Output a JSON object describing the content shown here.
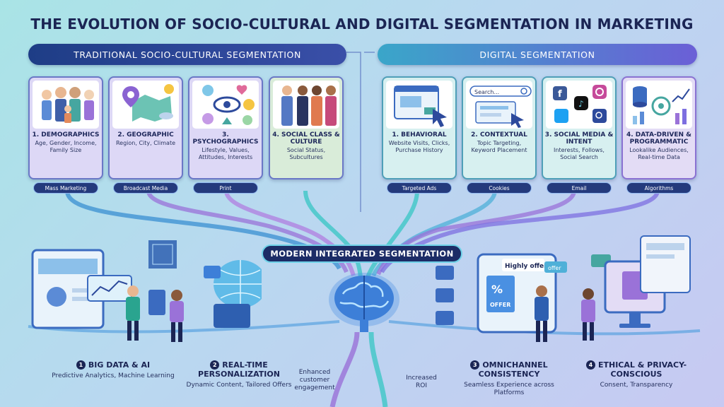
{
  "title": "THE EVOLUTION OF SOCIO-CULTURAL AND DIGITAL SEGMENTATION IN MARKETING",
  "traditional": {
    "banner": "TRADITIONAL SOCIO-CULTURAL SEGMENTATION",
    "cards": [
      {
        "title": "1. DEMOGRAPHICS",
        "sub": "Age, Gender, Income, Family Size",
        "channel": "Mass Marketing",
        "icon": "family-icon"
      },
      {
        "title": "2. GEOGRAPHIC",
        "sub": "Region, City, Climate",
        "channel": "Broadcast Media",
        "icon": "map-pin-icon"
      },
      {
        "title": "3. PSYCHOGRAPHICS",
        "sub": "Lifestyle, Values, Attitudes, Interests",
        "channel": "Print",
        "icon": "eye-icon"
      },
      {
        "title": "4. SOCIAL CLASS & CULTURE",
        "sub": "Social Status, Subcultures",
        "channel": "",
        "icon": "people-icon"
      }
    ]
  },
  "digital": {
    "banner": "DIGITAL SEGMENTATION",
    "search_text": "Search...",
    "cards": [
      {
        "title": "1. BEHAVIORAL",
        "sub": "Website Visits, Clicks, Purchase History",
        "channel": "Targeted Ads",
        "icon": "browser-cursor-icon"
      },
      {
        "title": "2. CONTEXTUAL",
        "sub": "Topic Targeting, Keyword Placement",
        "channel": "Cookies",
        "icon": "search-bar-icon"
      },
      {
        "title": "3. SOCIAL MEDIA & INTENT",
        "sub": "Interests, Follows, Social Search",
        "channel": "Email",
        "icon": "social-apps-icon"
      },
      {
        "title": "4. DATA-DRIVEN & PROGRAMMATIC",
        "sub": "Lookalike Audiences, Real-time Data",
        "channel": "Algorithms",
        "icon": "database-chart-icon"
      }
    ]
  },
  "modern": {
    "banner": "MODERN INTEGRATED SEGMENTATION",
    "offer_text": "OFFER",
    "highly_offers": "Highly offers",
    "offer_tag": "offer",
    "pillars": [
      {
        "num": "1",
        "title": "BIG DATA & AI",
        "sub": "Predictive Analytics, Machine Learning"
      },
      {
        "num": "2",
        "title": "REAL-TIME PERSONALIZATION",
        "sub": "Dynamic Content, Tailored Offers"
      },
      {
        "num": "3",
        "title": "OMNICHANNEL CONSISTENCY",
        "sub": "Seamless Experience across Platforms"
      },
      {
        "num": "4",
        "title": "ETHICAL & PRIVACY-CONSCIOUS",
        "sub": "Consent, Transparency"
      }
    ],
    "notes": [
      "Enhanced customer engagement",
      "Increased ROI"
    ]
  },
  "colors": {
    "navy": "#1b2554",
    "purple": "#9a72d8",
    "teal": "#3fc7c7",
    "cyan": "#6fd2e8"
  }
}
